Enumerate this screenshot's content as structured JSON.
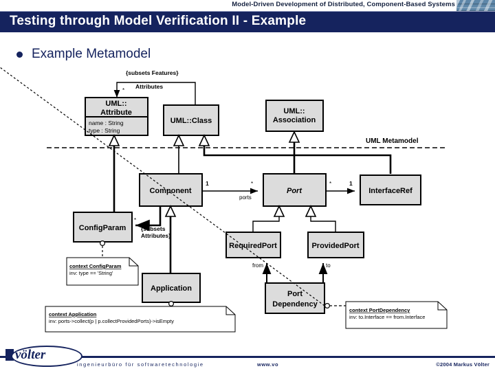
{
  "header": {
    "subtitle": "Model-Driven Development of Distributed, Component-Based Systems",
    "title": "Testing through Model Verification II - Example",
    "thumb_icon": "cityscape-thumbnail"
  },
  "body": {
    "bullet_label": "Example Metamodel"
  },
  "footer": {
    "logo_text": "völter",
    "tagline": "ingenieurbüro für softwaretechnologie",
    "url": "www.vo",
    "copyright": "©2004  Markus Völter"
  },
  "diagram": {
    "package_label": "UML Metamodel",
    "classes": [
      {
        "id": "uml-attribute",
        "name": "UML::\nAttribute",
        "name_line1": "UML::",
        "name_line2": "Attribute",
        "attributes": [
          "name : String",
          "type : String"
        ],
        "abstract": false
      },
      {
        "id": "uml-class",
        "name": "UML::Class",
        "name_line1": "UML::Class",
        "name_line2": "",
        "attributes": [],
        "abstract": false
      },
      {
        "id": "uml-association",
        "name": "UML::\nAssociation",
        "name_line1": "UML::",
        "name_line2": "Association",
        "attributes": [],
        "abstract": false
      },
      {
        "id": "component",
        "name": "Component",
        "name_line1": "Component",
        "name_line2": "",
        "attributes": [],
        "abstract": false
      },
      {
        "id": "port",
        "name": "Port",
        "name_line1": "Port",
        "name_line2": "",
        "attributes": [],
        "abstract": true
      },
      {
        "id": "interfaceref",
        "name": "InterfaceRef",
        "name_line1": "InterfaceRef",
        "name_line2": "",
        "attributes": [],
        "abstract": false
      },
      {
        "id": "configparam",
        "name": "ConfigParam",
        "name_line1": "ConfigParam",
        "name_line2": "",
        "attributes": [],
        "abstract": false
      },
      {
        "id": "application",
        "name": "Application",
        "name_line1": "Application",
        "name_line2": "",
        "attributes": [],
        "abstract": false
      },
      {
        "id": "requiredport",
        "name": "RequiredPort",
        "name_line1": "RequiredPort",
        "name_line2": "",
        "attributes": [],
        "abstract": false
      },
      {
        "id": "providedport",
        "name": "ProvidedPort",
        "name_line1": "ProvidedPort",
        "name_line2": "",
        "attributes": [],
        "abstract": false
      },
      {
        "id": "portdependency",
        "name": "Port\nDependency",
        "name_line1": "Port",
        "name_line2": "Dependency",
        "attributes": [],
        "abstract": false
      }
    ],
    "edge_labels": {
      "subsets_features": "{subsets Features}",
      "attributes_role": "Attributes",
      "attributes_mult": "*",
      "subsets_attributes_l1": "{subsets",
      "subsets_attributes_l2": "Attributes}",
      "configparam_mult": "*",
      "component_mult": "1",
      "ports_role": "ports",
      "port_mult_left": "*",
      "port_mult_right": "*",
      "interfaceref_mult": "1",
      "from_role": "from",
      "to_role": "to"
    },
    "notes": [
      {
        "id": "note-configparam",
        "line1": "context ConfigParam",
        "line2": "inv: type == 'String'"
      },
      {
        "id": "note-application",
        "line1": "context Application",
        "line2": "inv: ports->collect(p | p.collectProvidedPorts)->isEmpty"
      },
      {
        "id": "note-portdependency",
        "line1": "context PortDependency",
        "line2": "inv: to.Interface == from.Interface"
      }
    ]
  }
}
